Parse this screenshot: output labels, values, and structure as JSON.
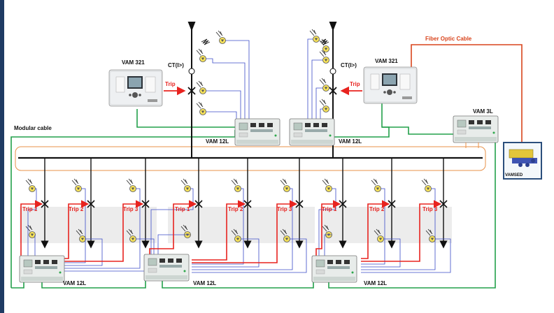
{
  "labels": {
    "vam321_left": "VAM 321",
    "vam321_right": "VAM 321",
    "ct_left": "CT(I>)",
    "ct_right": "CT(I>)",
    "trip_left": "Trip",
    "trip_right": "Trip",
    "vam12l_upper_left": "VAM 12L",
    "vam12l_upper_right": "VAM 12L",
    "vam3l": "VAM 3L",
    "fiber_optic": "Fiber Optic Cable",
    "modular_cable": "Modular cable",
    "vamsed": "VAMSED",
    "vam12l_bottom_1": "VAM 12L",
    "vam12l_bottom_2": "VAM 12L",
    "vam12l_bottom_3": "VAM 12L"
  },
  "feeder_trips": [
    "Trip 1",
    "Trip 2",
    "Trip 3",
    "Trip 1",
    "Trip 2",
    "Trip 3",
    "Trip 1",
    "Trip 2",
    "Trip 3"
  ],
  "colors": {
    "busbar": "#111111",
    "trip_arrow": "#e8231f",
    "modular_cable": "#22a04a",
    "fiber_optic": "#d9441c",
    "sensor_wire": "#3b4bc8",
    "sensor_fill": "#f6e25a",
    "zone_outline": "#e8924a",
    "left_border": "#1f3b63"
  }
}
